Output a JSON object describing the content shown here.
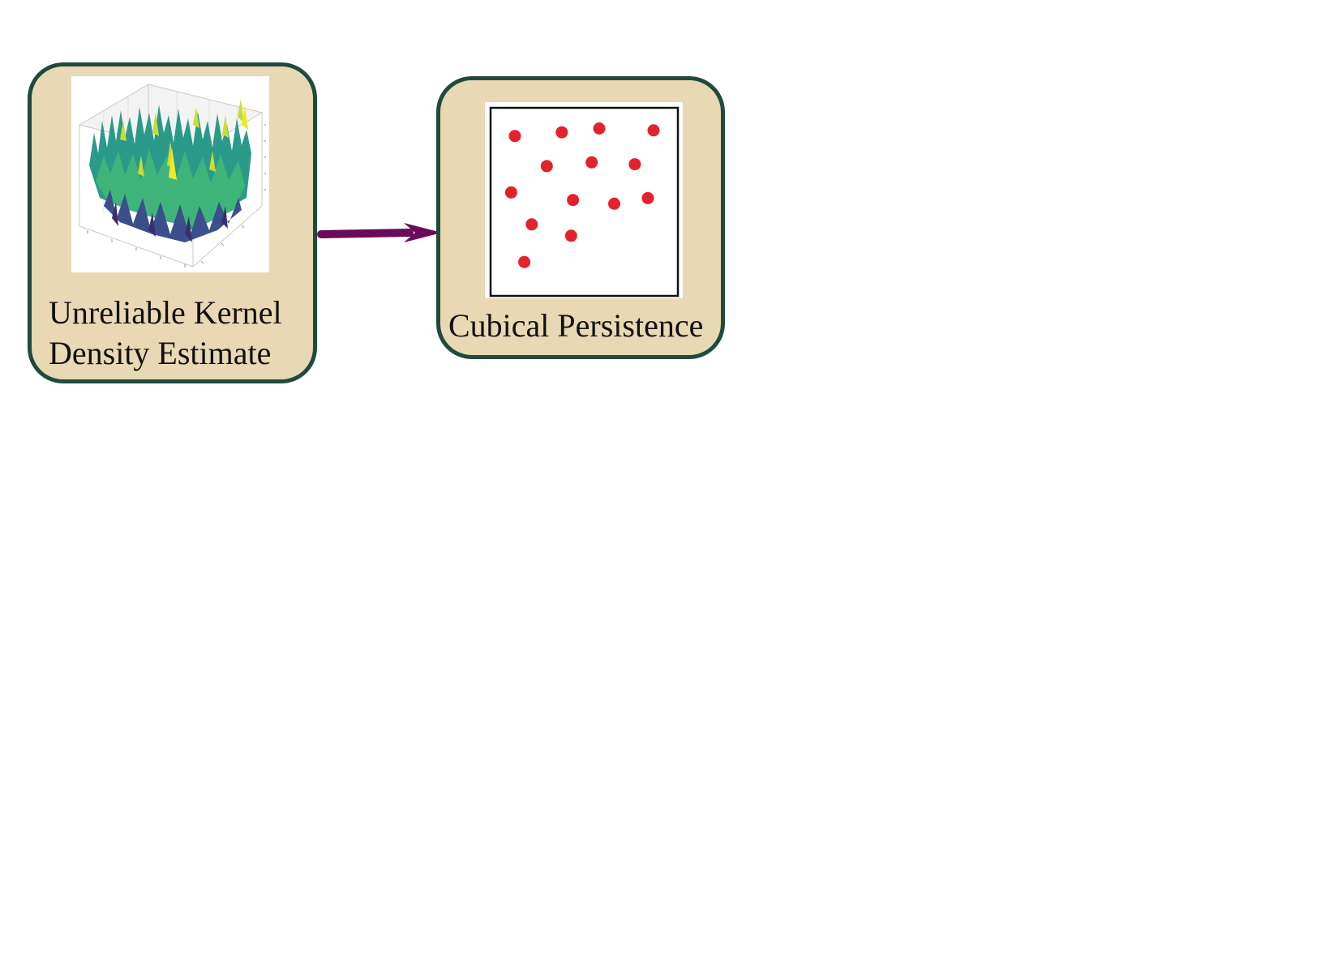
{
  "nodes": {
    "kde": {
      "label_lines": [
        "Unreliable Kernel",
        "Density Estimate"
      ],
      "image": "3d-noisy-density-surface"
    },
    "cubical": {
      "label": "Cubical Persistence",
      "image": "red-point-scatter"
    }
  },
  "edges": [
    {
      "from": "kde",
      "to": "cubical",
      "color": "#6a0a5a"
    }
  ],
  "colors": {
    "node_fill": "#e8d8b4",
    "node_border": "#1f4a3c",
    "point": "#e3222b"
  },
  "scatter_points": [
    [
      0.13,
      0.15
    ],
    [
      0.38,
      0.13
    ],
    [
      0.58,
      0.11
    ],
    [
      0.87,
      0.12
    ],
    [
      0.3,
      0.31
    ],
    [
      0.54,
      0.29
    ],
    [
      0.77,
      0.3
    ],
    [
      0.11,
      0.45
    ],
    [
      0.44,
      0.49
    ],
    [
      0.66,
      0.51
    ],
    [
      0.84,
      0.48
    ],
    [
      0.22,
      0.62
    ],
    [
      0.43,
      0.68
    ],
    [
      0.18,
      0.82
    ]
  ]
}
